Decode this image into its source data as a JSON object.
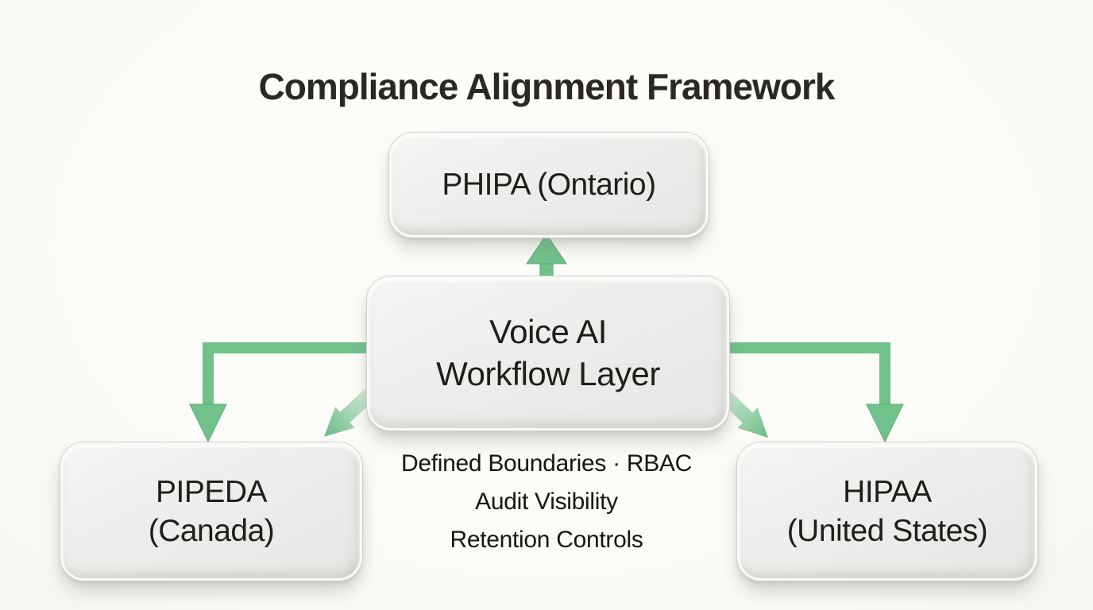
{
  "diagram": {
    "title": "Compliance Alignment Framework",
    "center_node": {
      "label_line1": "Voice AI",
      "label_line2": "Workflow Layer"
    },
    "top_node": {
      "label": "PHIPA (Ontario)"
    },
    "left_node": {
      "label_line1": "PIPEDA",
      "label_line2": "(Canada)"
    },
    "right_node": {
      "label_line1": "HIPAA",
      "label_line2": "(United States)"
    },
    "controls_caption": {
      "line1": "Defined Boundaries · RBAC",
      "line2": "Audit Visibility",
      "line3": "Retention Controls"
    },
    "connectors": [
      {
        "from": "Voice AI Workflow Layer",
        "to": "PHIPA (Ontario)",
        "shape": "straight-up"
      },
      {
        "from": "Voice AI Workflow Layer",
        "to": "PIPEDA (Canada)",
        "shape": "elbow-left-down"
      },
      {
        "from": "Voice AI Workflow Layer",
        "to": "PIPEDA (Canada)",
        "shape": "diagonal-down-left"
      },
      {
        "from": "Voice AI Workflow Layer",
        "to": "HIPAA (United States)",
        "shape": "elbow-right-down"
      },
      {
        "from": "Voice AI Workflow Layer",
        "to": "HIPAA (United States)",
        "shape": "diagonal-down-right"
      }
    ],
    "colors": {
      "arrow_green": "#70c28a",
      "arrow_green_edge": "#5aab77",
      "node_fill": "#ebebe9",
      "node_rim": "#cfcfcb",
      "background": "#fbfbf7",
      "text": "#1f1e1a"
    }
  }
}
